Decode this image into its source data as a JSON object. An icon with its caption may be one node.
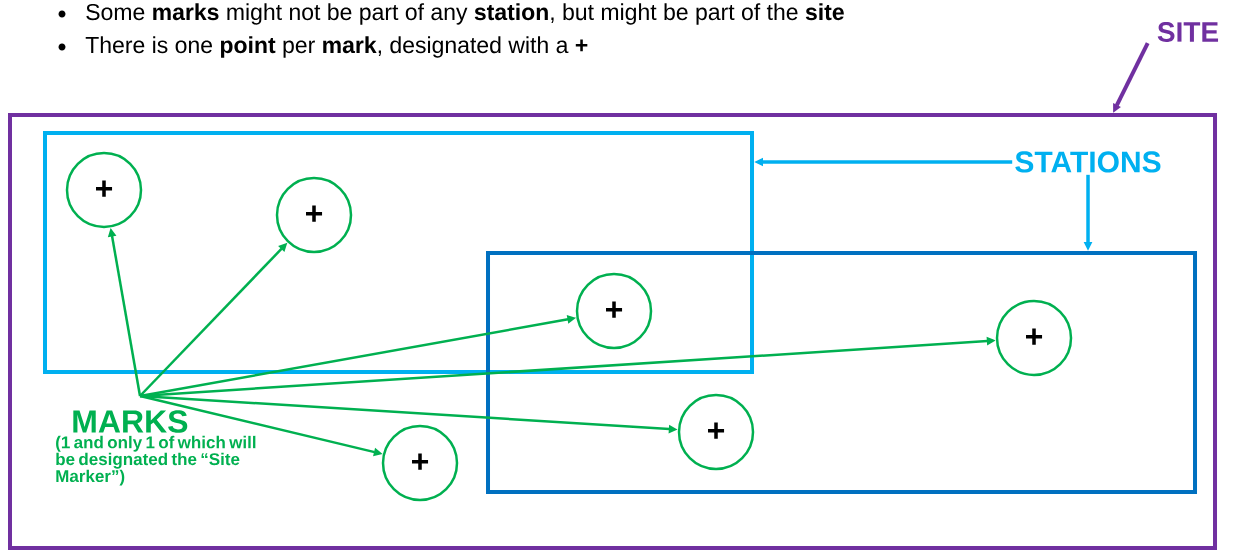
{
  "diagram": {
    "nodes": [
      {
        "text": [
          "SITE"
        ]
      },
      {
        "text": [],
        "shape": "box"
      },
      {
        "text": [],
        "shape": "box",
        "in": 1
      },
      {
        "text": [],
        "shape": "box",
        "in": 1
      },
      {
        "text": [
          "STATIONS"
        ],
        "in": 1
      },
      {
        "text": [
          "MARKS",
          "(1 and only 1 of which will be designated the “Site Marker”)"
        ],
        "in": 1
      },
      {
        "text": [
          "+"
        ],
        "in": 2
      },
      {
        "text": [
          "+"
        ],
        "in": 2
      },
      {
        "text": [
          "+"
        ]
      },
      {
        "text": [
          "+"
        ],
        "in": 3
      },
      {
        "text": [
          "+"
        ],
        "in": 3
      },
      {
        "text": [
          "+"
        ],
        "in": 1
      }
    ],
    "edges": [
      {
        "from": 0,
        "to": 1,
        "arrow": "to",
        "color": "#7030a0"
      },
      {
        "from": 4,
        "to": 2,
        "arrow": "to",
        "color": "#00b0f0"
      },
      {
        "from": 4,
        "to": 3,
        "arrow": "to",
        "color": "#00b0f0"
      },
      {
        "from": 5,
        "to": 6,
        "arrow": "to"
      },
      {
        "from": 5,
        "to": 7,
        "arrow": "to"
      },
      {
        "from": 5,
        "to": 8,
        "arrow": "to"
      },
      {
        "from": 5,
        "to": 9,
        "arrow": "to"
      },
      {
        "from": 5,
        "to": 10,
        "arrow": "to"
      },
      {
        "from": 5,
        "to": 11,
        "arrow": "to"
      }
    ],
    "labels": [
      "Some **marks** might not be part of any **station**, but might be part of the **site**",
      "There is one **point** per **mark**, designated with a **+**"
    ]
  }
}
